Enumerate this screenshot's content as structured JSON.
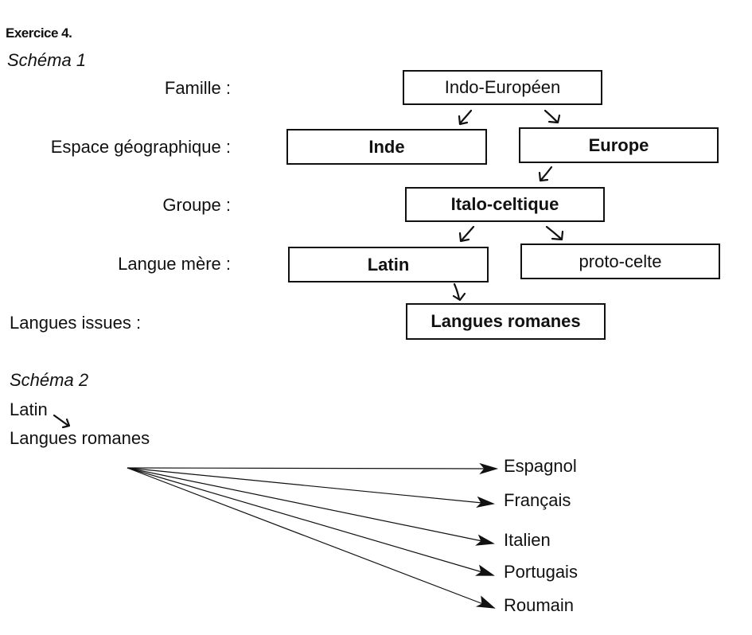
{
  "exercise": {
    "title": "Exercice 4."
  },
  "schema1": {
    "title": "Schéma 1",
    "rows": {
      "famille": "Famille :",
      "espace": "Espace géographique :",
      "groupe": "Groupe :",
      "langue_mere": "Langue mère :",
      "langues_issues": "Langues issues :"
    },
    "nodes": {
      "indo_europeen": "Indo-Européen",
      "inde": "Inde",
      "europe": "Europe",
      "italo_celtique": "Italo-celtique",
      "latin": "Latin",
      "proto_celte": "proto-celte",
      "langues_romanes": "Langues romanes"
    }
  },
  "schema2": {
    "title": "Schéma 2",
    "source": "Latin",
    "target": "Langues romanes",
    "languages": [
      "Espagnol",
      "Français",
      "Italien",
      "Portugais",
      "Roumain"
    ]
  }
}
